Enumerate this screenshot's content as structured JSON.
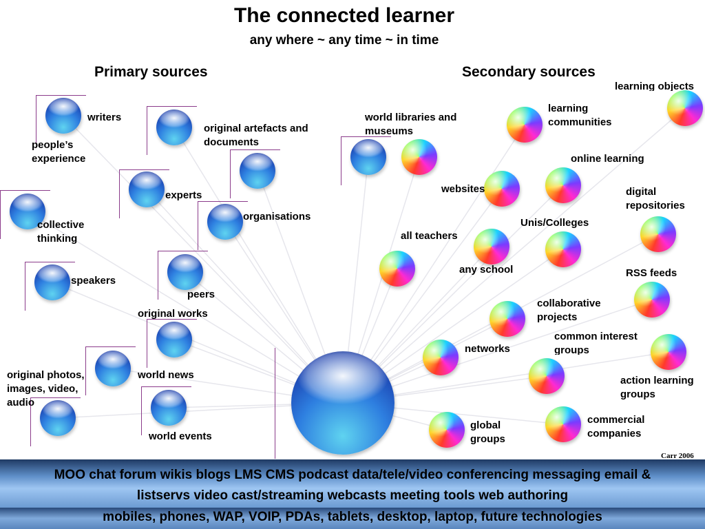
{
  "title": "The connected learner",
  "subtitle": "any where ~ any time ~ in time",
  "primary_heading": "Primary sources",
  "secondary_heading": "Secondary sources",
  "primary_items": {
    "writers": "writers",
    "peoples_experience": "people’s\nexperience",
    "original_artefacts": "original artefacts and\ndocuments",
    "experts": "experts",
    "organisations": "organisations",
    "collective_thinking": "collective\nthinking",
    "speakers": "speakers",
    "peers": "peers",
    "original_works": "original works",
    "original_photos": "original photos,\nimages, video,\naudio",
    "world_news": "world news",
    "world_events": "world events"
  },
  "secondary_items": {
    "learning_objects": "learning objects",
    "world_libraries": "world libraries and\nmuseums",
    "learning_communities": "learning\ncommunities",
    "online_learning": "online learning",
    "websites": "websites",
    "digital_repositories": "digital\nrepositories",
    "unis_colleges": "Unis/Colleges",
    "all_teachers": "all teachers",
    "any_school": "any school",
    "rss_feeds": "RSS feeds",
    "collaborative_projects": "collaborative\nprojects",
    "common_interest_groups": "common interest\ngroups",
    "networks": "networks",
    "action_learning_groups": "action learning\ngroups",
    "commercial_companies": "commercial\ncompanies",
    "global_groups": "global\ngroups"
  },
  "credit": "Carr 2006",
  "bar_tools": "MOO   chat   forum   wikis   blogs   LMS   CMS   podcast   data/tele/video conferencing   messaging  email &\nlistservs  video cast/streaming  webcasts  meeting tools  web authoring",
  "bar_devices": "mobiles, phones, WAP, VOIP, PDAs, tablets, desktop, laptop, future technologies"
}
